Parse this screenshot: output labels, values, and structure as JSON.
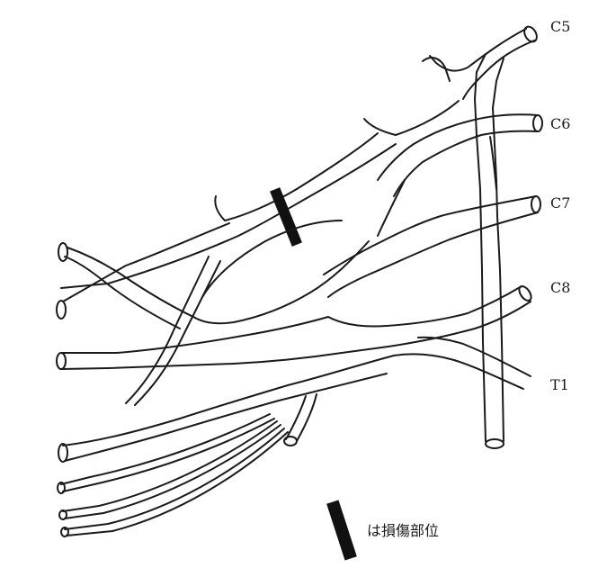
{
  "diagram": {
    "roots": [
      {
        "id": "c5",
        "label": "C5"
      },
      {
        "id": "c6",
        "label": "C6"
      },
      {
        "id": "c7",
        "label": "C7"
      },
      {
        "id": "c8",
        "label": "C8"
      },
      {
        "id": "t1",
        "label": "T1"
      }
    ],
    "legend": {
      "text": "は損傷部位"
    },
    "colors": {
      "line": "#1a1a1a",
      "lesion_marker": "#111111",
      "background": "#ffffff"
    }
  }
}
